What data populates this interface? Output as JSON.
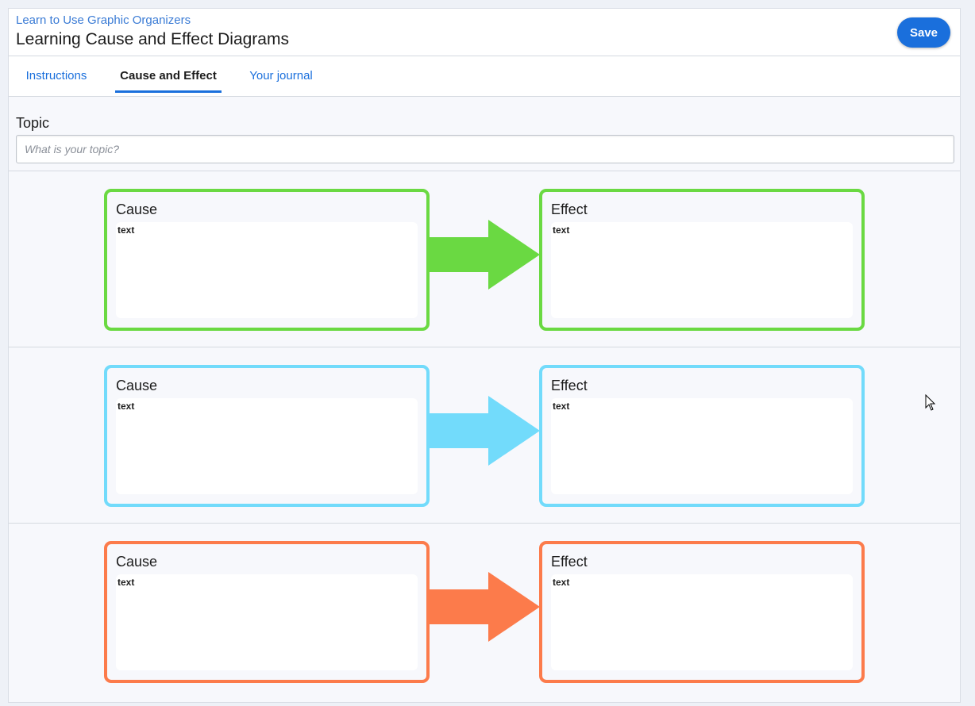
{
  "header": {
    "breadcrumb": "Learn to Use Graphic Organizers",
    "title": "Learning Cause and Effect Diagrams",
    "save_label": "Save"
  },
  "tabs": [
    {
      "label": "Instructions",
      "active": false
    },
    {
      "label": "Cause and Effect",
      "active": true
    },
    {
      "label": "Your journal",
      "active": false
    }
  ],
  "topic": {
    "label": "Topic",
    "placeholder": "What is your topic?",
    "value": ""
  },
  "rows": [
    {
      "color": "#6ad942",
      "cause_title": "Cause",
      "cause_text": "text",
      "effect_title": "Effect",
      "effect_text": "text",
      "arrow_icon": "right-arrow-icon"
    },
    {
      "color": "#72dbfb",
      "cause_title": "Cause",
      "cause_text": "text",
      "effect_title": "Effect",
      "effect_text": "text",
      "arrow_icon": "right-arrow-icon"
    },
    {
      "color": "#fc7b4b",
      "cause_title": "Cause",
      "cause_text": "text",
      "effect_title": "Effect",
      "effect_text": "text",
      "arrow_icon": "right-arrow-icon"
    }
  ],
  "cursor": {
    "icon": "mouse-pointer-icon"
  }
}
